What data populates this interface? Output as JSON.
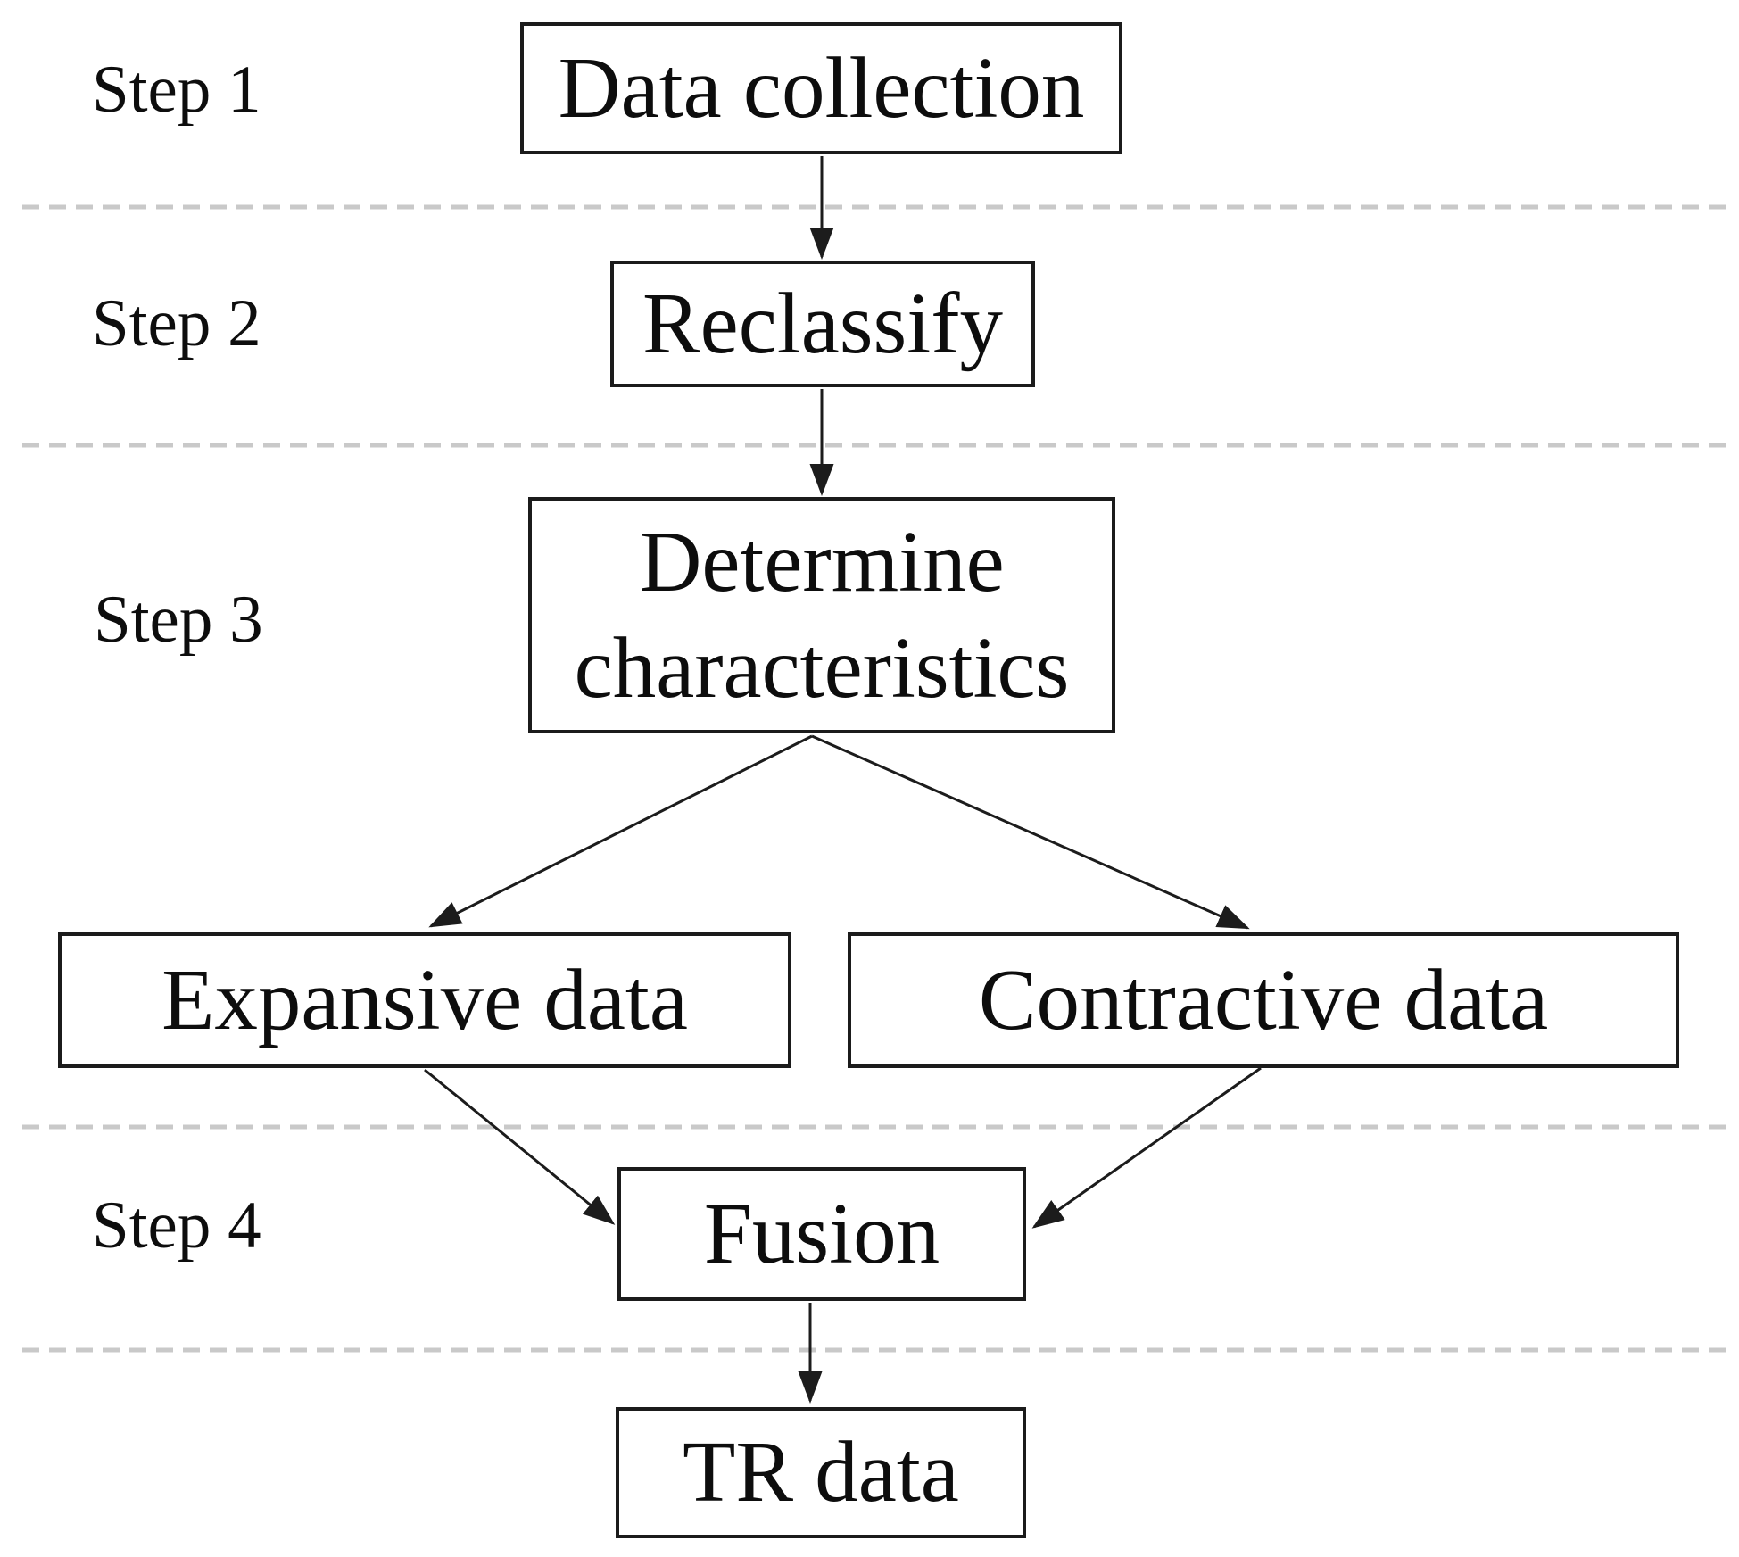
{
  "diagram": {
    "background_color": "#ffffff",
    "box_border_color": "#1b1b1b",
    "arrow_color": "#1c1c1c",
    "separator_color": "#c9c9c9",
    "steps": [
      {
        "label": "Step 1"
      },
      {
        "label": "Step 2"
      },
      {
        "label": "Step 3"
      },
      {
        "label": "Step 4"
      }
    ],
    "nodes": [
      {
        "id": "data-collection",
        "label": "Data collection"
      },
      {
        "id": "reclassify",
        "label": "Reclassify"
      },
      {
        "id": "determine-characteristics",
        "label": "Determine characteristics"
      },
      {
        "id": "expansive-data",
        "label": "Expansive data"
      },
      {
        "id": "contractive-data",
        "label": "Contractive data"
      },
      {
        "id": "fusion",
        "label": "Fusion"
      },
      {
        "id": "tr-data",
        "label": "TR data"
      }
    ],
    "edges": [
      {
        "from": "data-collection",
        "to": "reclassify"
      },
      {
        "from": "reclassify",
        "to": "determine-characteristics"
      },
      {
        "from": "determine-characteristics",
        "to": "expansive-data"
      },
      {
        "from": "determine-characteristics",
        "to": "contractive-data"
      },
      {
        "from": "expansive-data",
        "to": "fusion"
      },
      {
        "from": "contractive-data",
        "to": "fusion"
      },
      {
        "from": "fusion",
        "to": "tr-data"
      }
    ]
  }
}
